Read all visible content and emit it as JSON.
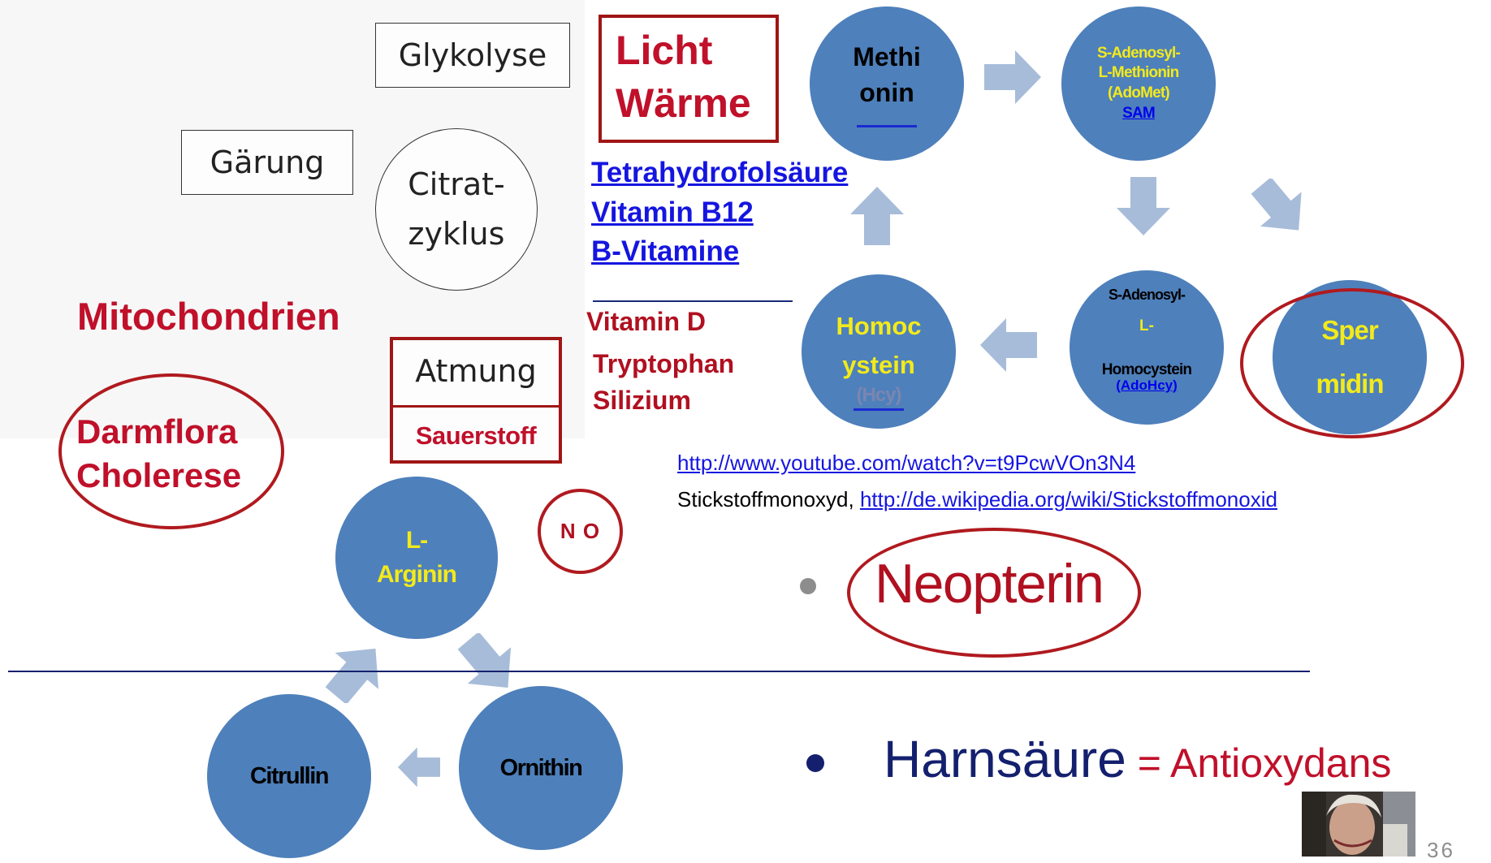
{
  "scan": {
    "glykolyse": "Glykolyse",
    "gaerung": "Gärung",
    "citrat_line1": "Citrat-",
    "citrat_line2": "zyklus",
    "atmung": "Atmung",
    "sauerstoff": "Sauerstoff"
  },
  "mitochondrien": "Mitochondrien",
  "darmflora_line1": "Darmflora",
  "darmflora_line2": "Cholerese",
  "licht_line1": "Licht",
  "licht_line2": "Wärme",
  "cofactors": [
    "Tetrahydrofolsäure",
    "Vitamin B12",
    "B-Vitamine"
  ],
  "red_list": [
    "Vitamin D",
    "Tryptophan",
    "Silizium"
  ],
  "methionine_cycle": {
    "methionin_line1": "Methi",
    "methionin_line2": "onin",
    "sam_lines": [
      "S-Adenosyl-",
      "L-Methionin",
      "(AdoMet)"
    ],
    "sam_link": "SAM",
    "sah_line1": "S-Adenosyl-",
    "sah_line2": "L-",
    "sah_line3": "Homocystein",
    "sah_link": "(AdoHcy)",
    "homoc_line1": "Homoc",
    "homoc_line2": "ystein",
    "homoc_abbr": "(Hcy)",
    "spermidin_line1": "Sper",
    "spermidin_line2": "midin"
  },
  "links": {
    "youtube": "http://www.youtube.com/watch?v=t9PcwVOn3N4",
    "no_prefix": "Stickstoffmonoxyd, ",
    "wikipedia": "http://de.wikipedia.org/wiki/Stickstoffmonoxid"
  },
  "urea_cycle": {
    "arginin_line1": "L-",
    "arginin_line2": "Arginin",
    "no": "N O",
    "citrullin": "Citrullin",
    "ornithin": "Ornithin"
  },
  "neopterin": "Neopterin",
  "harnsaeure": "Harnsäure",
  "antioxydans": " = Antioxydans",
  "page_number": "36",
  "colors": {
    "circle_blue": "#4e80bb",
    "arrow_blue": "#a7bcd9",
    "dark_red": "#a01515",
    "link_blue": "#1515e0"
  }
}
